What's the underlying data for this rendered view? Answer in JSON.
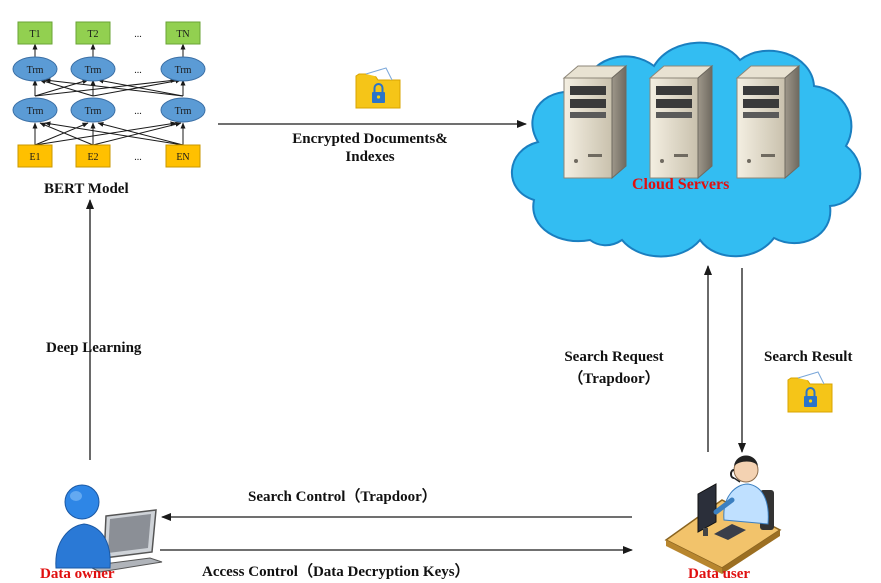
{
  "bert": {
    "title": "BERT Model",
    "outputs": [
      "T1",
      "T2",
      "...",
      "TN"
    ],
    "trm_label": "Trm",
    "inputs": [
      "E1",
      "E2",
      "...",
      "EN"
    ],
    "dots": "..."
  },
  "labels": {
    "encrypted_line1": "Encrypted Documents&",
    "encrypted_line2": "Indexes",
    "cloud": "Cloud Servers",
    "deep_learning": "Deep Learning",
    "search_request_line1": "Search Request",
    "search_request_line2": "（Trapdoor）",
    "search_result": "Search Result",
    "search_control": "Search Control（Trapdoor）",
    "access_control": "Access Control（Data Decryption Keys）",
    "data_owner": "Data owner",
    "data_user": "Data user"
  },
  "colors": {
    "accent_red": "#e01010",
    "cloud_fill": "#33bdf2",
    "trm_fill": "#5b9bd5",
    "output_fill": "#92d050",
    "input_fill": "#ffc000",
    "folder_fill": "#f5c518",
    "arrow": "#1a1a1a"
  },
  "icons": [
    "folder-lock-icon",
    "server-icon",
    "data-owner-icon",
    "data-user-icon"
  ]
}
